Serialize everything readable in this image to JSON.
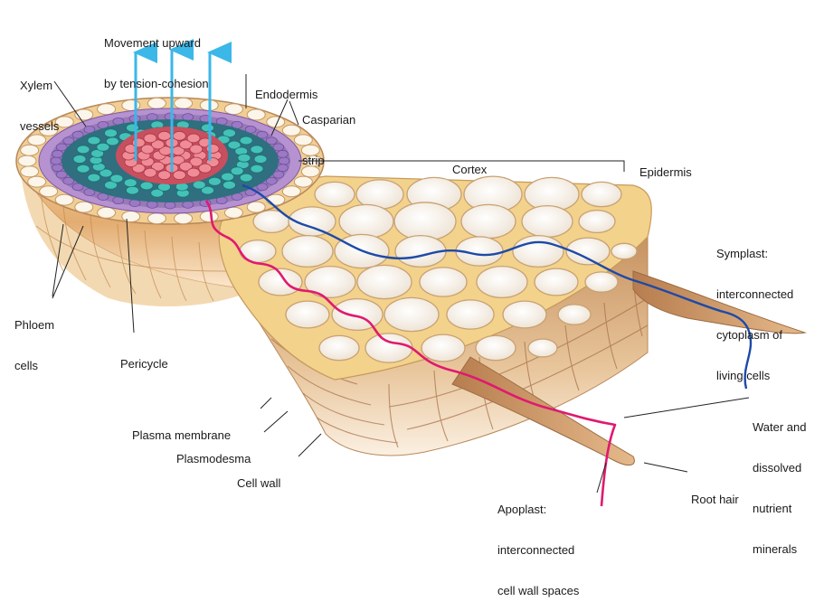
{
  "labels": {
    "movement": [
      "Movement upward",
      "by tension-cohesion"
    ],
    "xylem": [
      "Xylem",
      "vessels"
    ],
    "endodermis": [
      "Endodermis"
    ],
    "casparian": [
      "Casparian",
      "strip"
    ],
    "cortex": [
      "Cortex"
    ],
    "epidermis": [
      "Epidermis"
    ],
    "symplast": [
      "Symplast:",
      "interconnected",
      "cytoplasm of",
      "living cells"
    ],
    "phloem": [
      "Phloem",
      "cells"
    ],
    "pericycle": [
      "Pericycle"
    ],
    "plasma_membrane": [
      "Plasma membrane"
    ],
    "plasmodesma": [
      "Plasmodesma"
    ],
    "cell_wall": [
      "Cell wall"
    ],
    "water": [
      "Water and",
      "dissolved",
      "nutrient",
      "minerals"
    ],
    "apoplast": [
      "Apoplast:",
      "interconnected",
      "cell wall spaces"
    ],
    "root_hair": [
      "Root hair"
    ]
  },
  "colors": {
    "tissue": "#f6e1a8",
    "cell_fill": "#fbf6ee",
    "cell_edge": "#caa97a",
    "side_wall": "#d9a56a",
    "xylem": "#d96a76",
    "phloem": "#2fa9a4",
    "pericycle": "#8a66b5",
    "apoplast_path": "#e0196f",
    "symplast_path": "#1c4aa8",
    "arrow": "#3bb7e8"
  }
}
